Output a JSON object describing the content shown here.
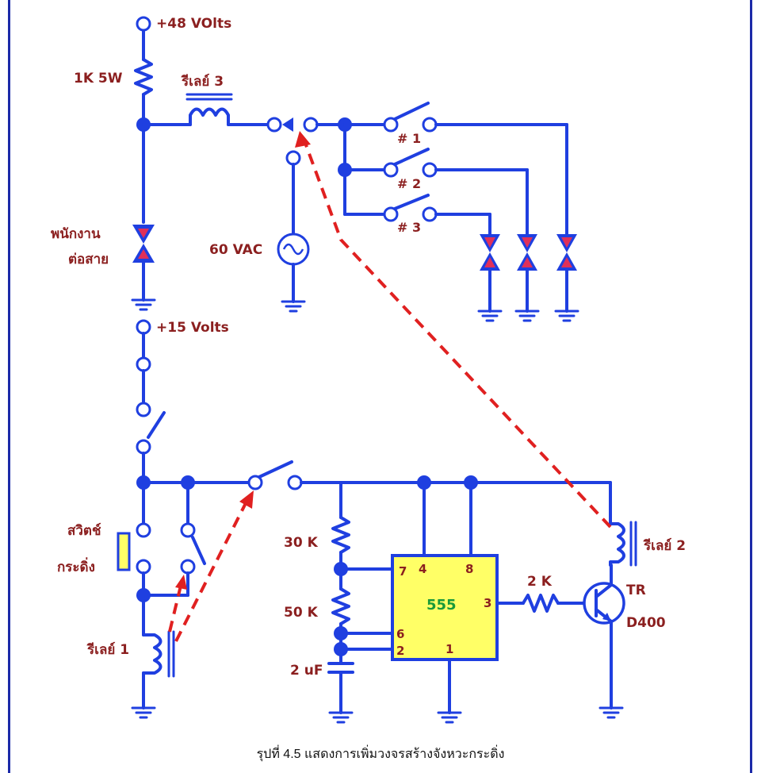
{
  "labels": {
    "v48": "+48 VOlts",
    "r1k": "1K 5W",
    "relay3": "รีเลย์ 3",
    "operator1": "พนักงาน",
    "operator2": "ต่อสาย",
    "vac": "60 VAC",
    "sw1": "# 1",
    "sw2": "# 2",
    "sw3": "# 3",
    "v15": "+15 Volts",
    "switch1": "สวิตช์",
    "switch2": "กระดิ่ง",
    "relay1": "รีเลย์ 1",
    "r30k": "30 K",
    "r50k": "50 K",
    "cap": "2 uF",
    "r2k": "2 K",
    "relay2": "รีเลย์ 2",
    "tr": "TR",
    "d400": "D400",
    "chip": "555",
    "pin7": "7",
    "pin4": "4",
    "pin8": "8",
    "pin3": "3",
    "pin6": "6",
    "pin2": "2",
    "pin1": "1"
  },
  "caption": "รุปที่ 4.5 แสดงการเพิ่มวงจรสร้างจังหวะกระดิ่ง",
  "colors": {
    "wire": "#1f3fe0",
    "label": "#8b1f1f",
    "chip_fill": "#ffff66",
    "chip_text": "#1a9a3a",
    "arrow": "#e02020",
    "diode": "#e0305a",
    "frame": "#1c2aa8"
  }
}
